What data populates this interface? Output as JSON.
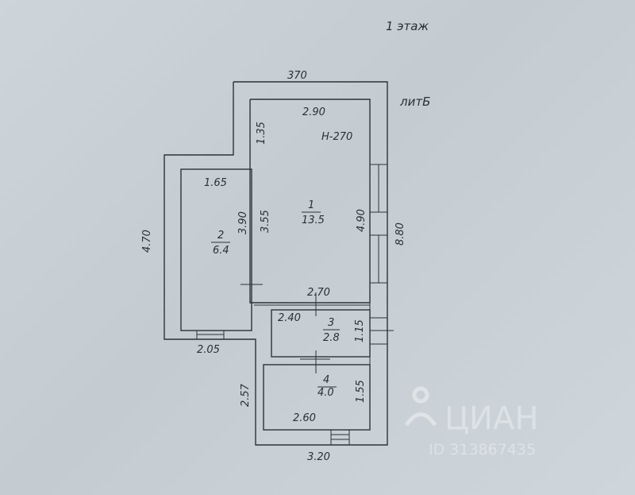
{
  "floor_title": "1 этаж",
  "building_label": "литБ",
  "dimensions": {
    "top_outer_width": "370",
    "room1_width": "2.90",
    "room1_top_segment": "1.35",
    "ceiling_height": "Н-270",
    "right_outer_height": "8.80",
    "left_outer_height": "4.70",
    "room2_width": "1.65",
    "room2_height": "3.90",
    "room1_left_height": "3.55",
    "room1_right_height": "4.90",
    "room1_bottom_width": "2.70",
    "room3_width": "2.40",
    "room3_height": "1.15",
    "room2_bottom_width": "2.05",
    "lower_left_height": "2.57",
    "room4_height": "1.55",
    "room4_width": "2.60",
    "bottom_outer_width": "3.20"
  },
  "rooms": [
    {
      "number": "1",
      "area": "13.5"
    },
    {
      "number": "2",
      "area": "6.4"
    },
    {
      "number": "3",
      "area": "2.8"
    },
    {
      "number": "4",
      "area": "4.0"
    }
  ],
  "watermark": {
    "brand": "ЦИАН",
    "id_text": "ID 313867435"
  }
}
